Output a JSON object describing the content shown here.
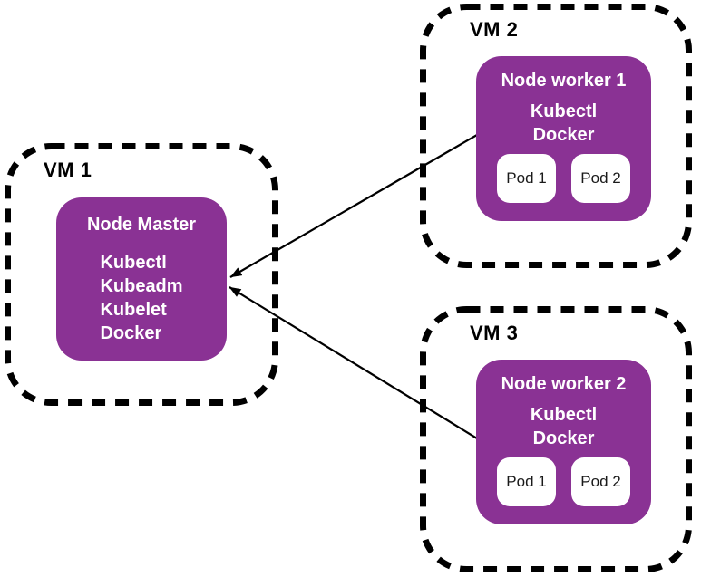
{
  "diagram": {
    "vms": [
      {
        "label": "VM 1",
        "node": {
          "title": "Node Master",
          "components": [
            "Kubectl",
            "Kubeadm",
            "Kubelet",
            "Docker"
          ],
          "pods": []
        }
      },
      {
        "label": "VM 2",
        "node": {
          "title": "Node worker 1",
          "components": [
            "Kubectl",
            "Docker"
          ],
          "pods": [
            "Pod 1",
            "Pod 2"
          ]
        }
      },
      {
        "label": "VM 3",
        "node": {
          "title": "Node worker 2",
          "components": [
            "Kubectl",
            "Docker"
          ],
          "pods": [
            "Pod 1",
            "Pod 2"
          ]
        }
      }
    ],
    "arrows": [
      {
        "from": "Node worker 1",
        "to": "Node Master"
      },
      {
        "from": "Node worker 2",
        "to": "Node Master"
      }
    ],
    "colors": {
      "node_fill": "#8A3294",
      "node_text": "#FFFFFF",
      "pod_fill": "#FFFFFF",
      "pod_text": "#1A1A1A",
      "vm_border": "#000000",
      "arrow": "#000000",
      "background": "#FFFFFF"
    }
  }
}
